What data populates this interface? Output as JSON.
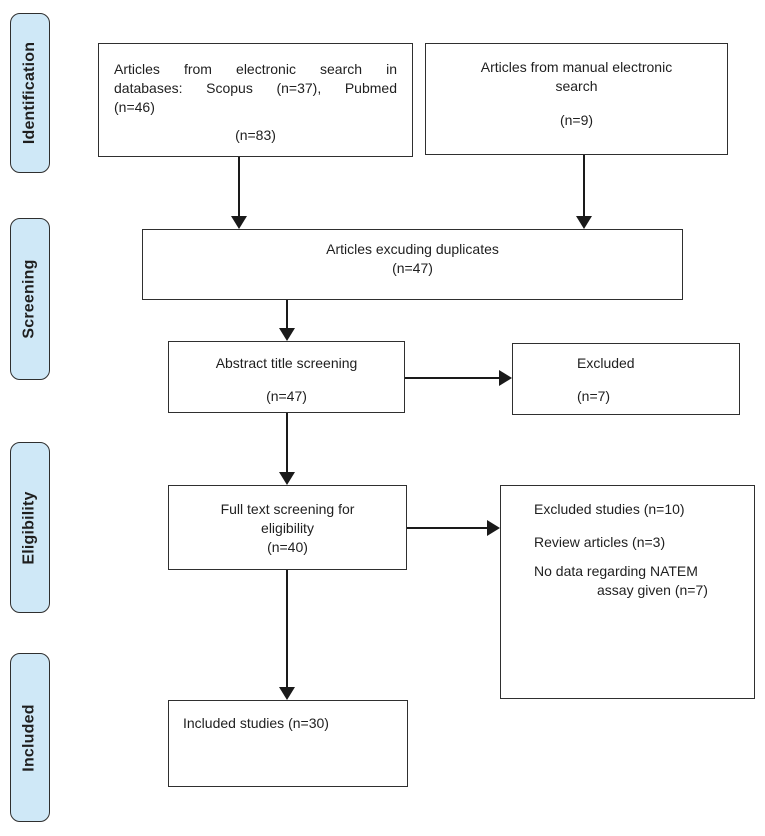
{
  "colors": {
    "label_fill": "#cfe8f7",
    "label_border": "#2f2f2f",
    "box_border": "#2f2f2f",
    "box_fill": "#ffffff",
    "arrow": "#1a1a1a",
    "text": "#1f1f1f",
    "background": "#ffffff"
  },
  "sidebar": {
    "labels": [
      {
        "id": "identification",
        "text": "Identification"
      },
      {
        "id": "screening",
        "text": "Screening"
      },
      {
        "id": "eligibility",
        "text": "Eligibility"
      },
      {
        "id": "included",
        "text": "Included"
      }
    ]
  },
  "boxes": {
    "electronic_search": {
      "lines": [
        "Articles from electronic search in",
        "databases: Scopus (n=37), Pubmed",
        "(n=46)"
      ],
      "count": "(n=83)"
    },
    "manual_search": {
      "lines": [
        "Articles from manual electronic",
        "search"
      ],
      "count": "(n=9)"
    },
    "duplicates": {
      "line": "Articles excuding duplicates",
      "count": "(n=47)"
    },
    "abstract_screening": {
      "line": "Abstract title screening",
      "count": "(n=47)"
    },
    "excluded_screening": {
      "line": "Excluded",
      "count": "(n=7)"
    },
    "fulltext_screening": {
      "lines": [
        "Full text screening for",
        "eligibility"
      ],
      "count": "(n=40)"
    },
    "excluded_eligibility": {
      "items": [
        "Excluded studies (n=10)",
        "Review articles (n=3)"
      ],
      "wrapped_item": {
        "line1": "No data regarding NATEM",
        "line2": "assay given (n=7)"
      }
    },
    "included_studies": {
      "line": "Included studies (n=30)"
    }
  }
}
